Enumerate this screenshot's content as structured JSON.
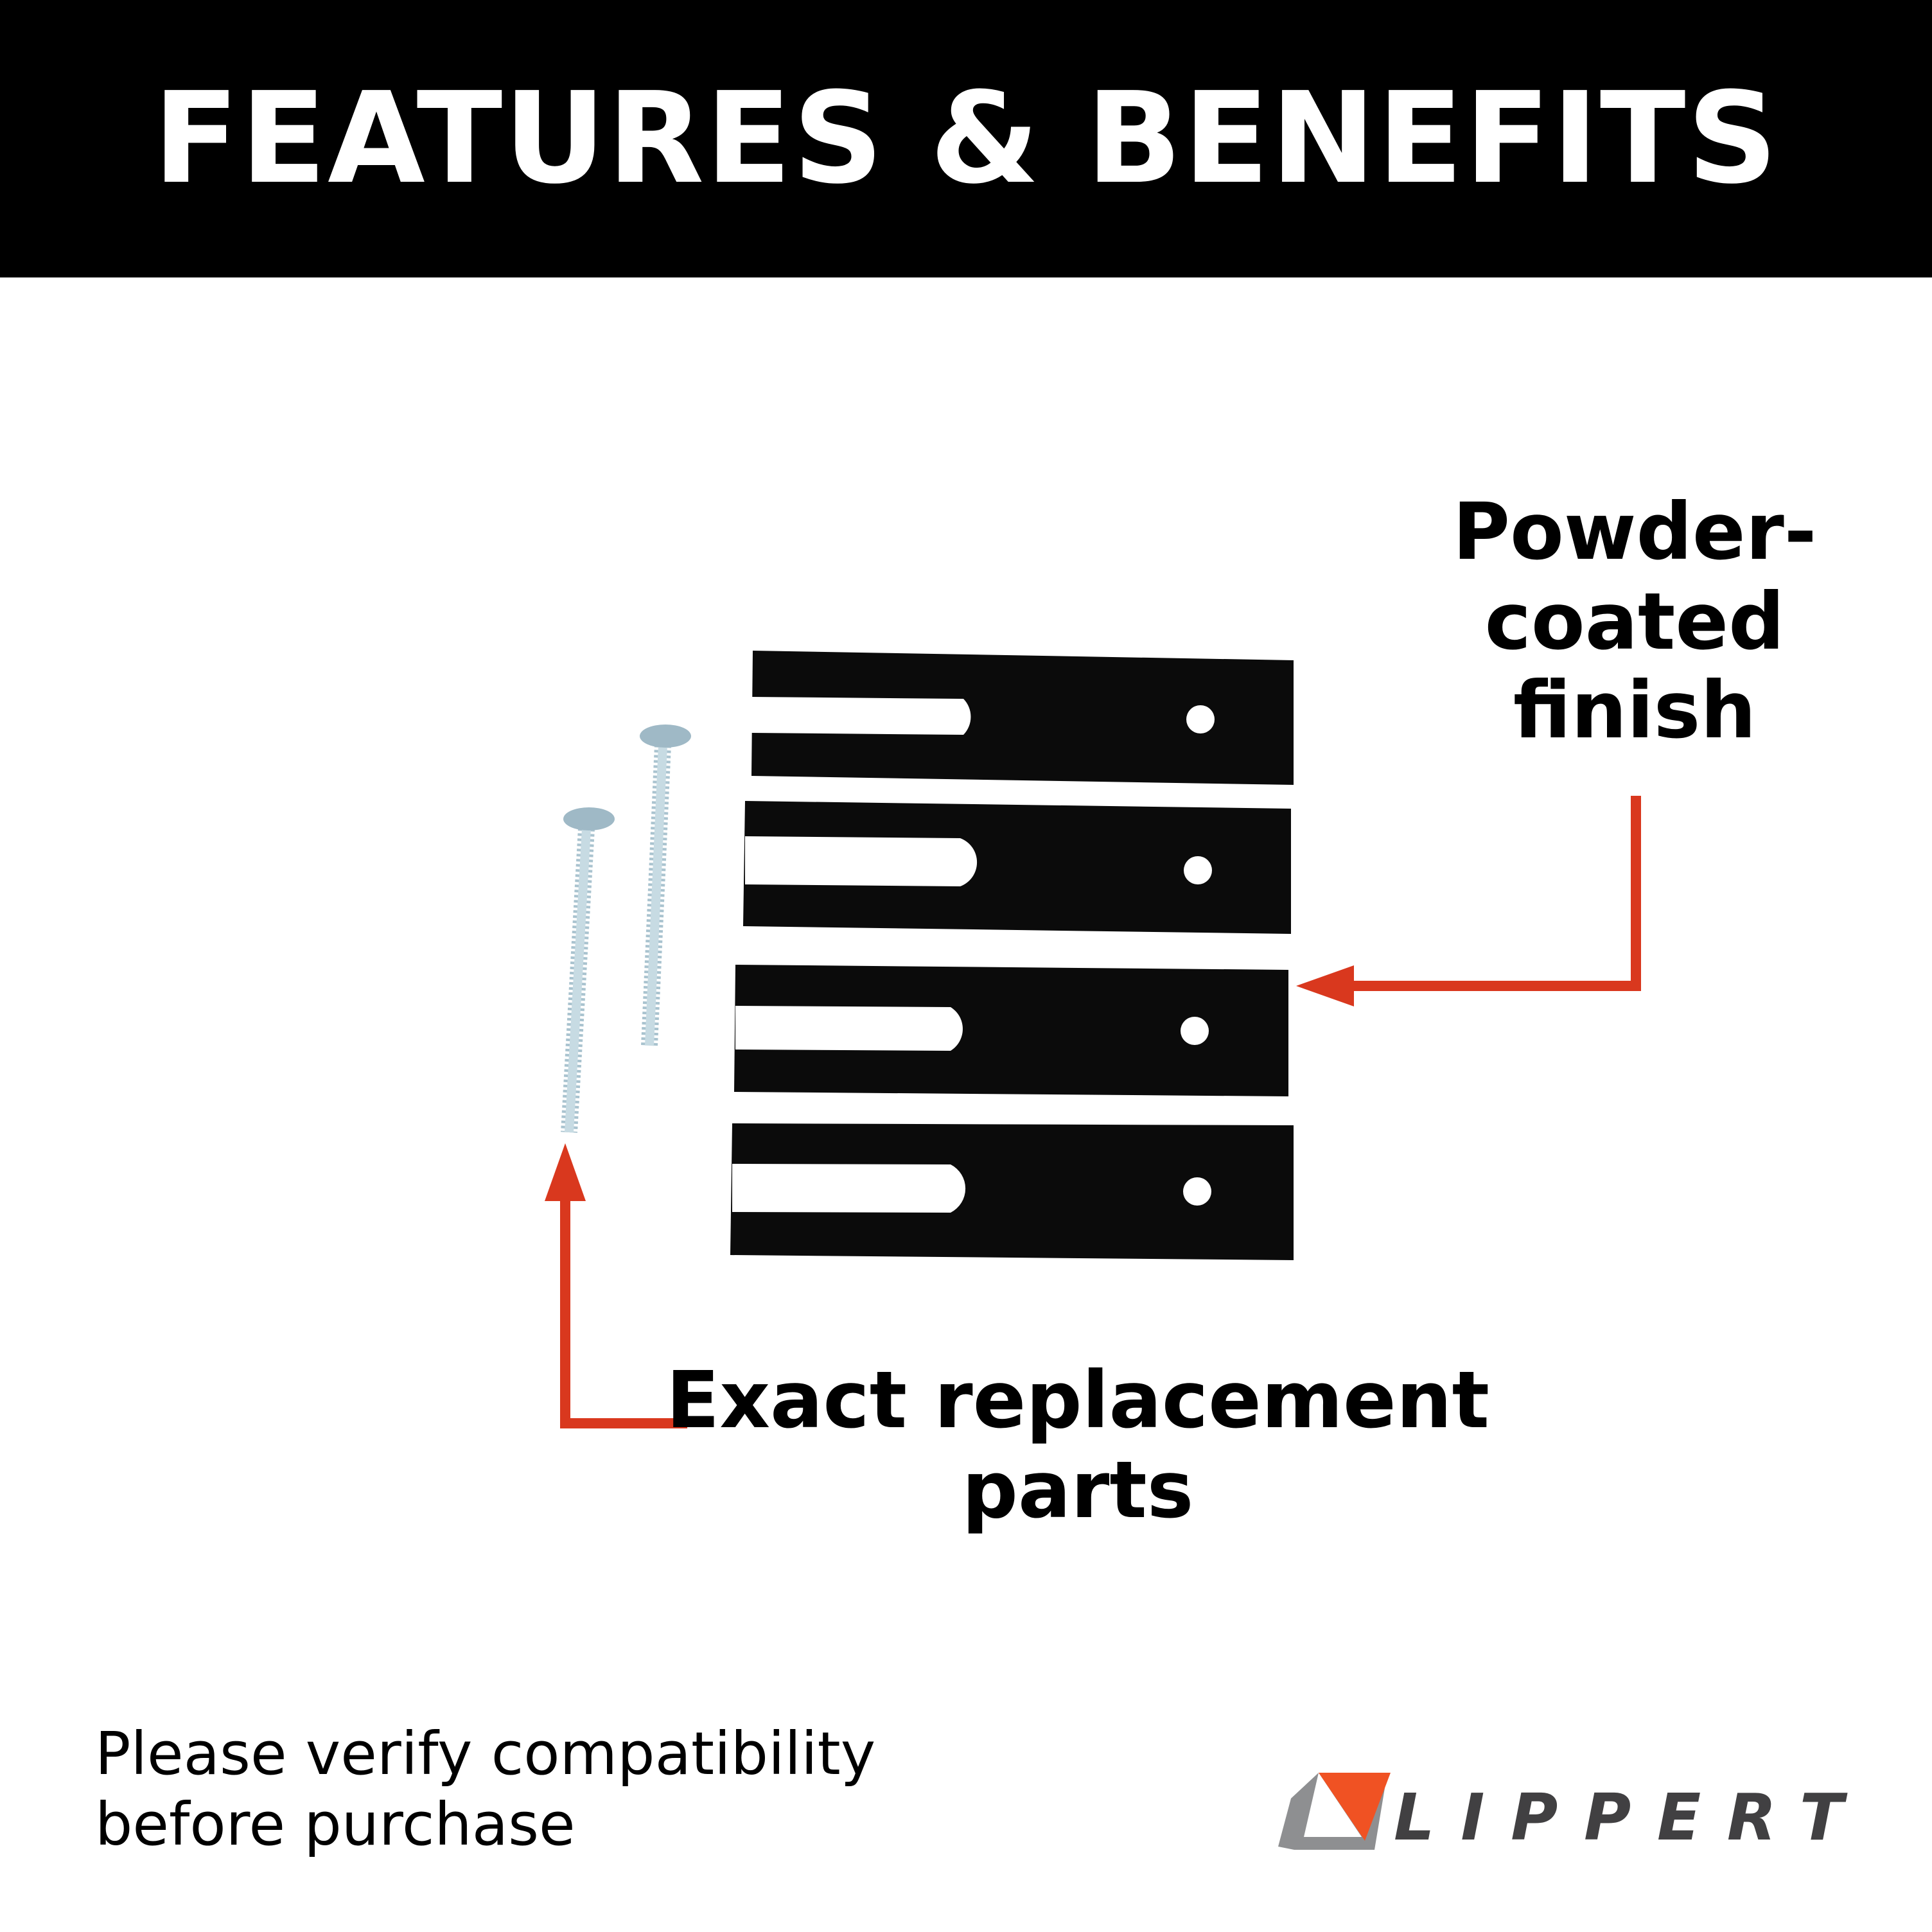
{
  "header": {
    "title": "FEATURES & BENEFITS"
  },
  "callouts": {
    "finish": [
      "Powder-",
      "coated",
      "finish"
    ],
    "parts": [
      "Exact replacement",
      "parts"
    ]
  },
  "footer": {
    "note": [
      "Please verify compatibility",
      "before purchase"
    ],
    "logo_text": "LIPPERT"
  },
  "colors": {
    "accent": "#d9381e",
    "logo_orange": "#f05223",
    "logo_gray": "#8e8f91",
    "logo_dark": "#414042"
  }
}
